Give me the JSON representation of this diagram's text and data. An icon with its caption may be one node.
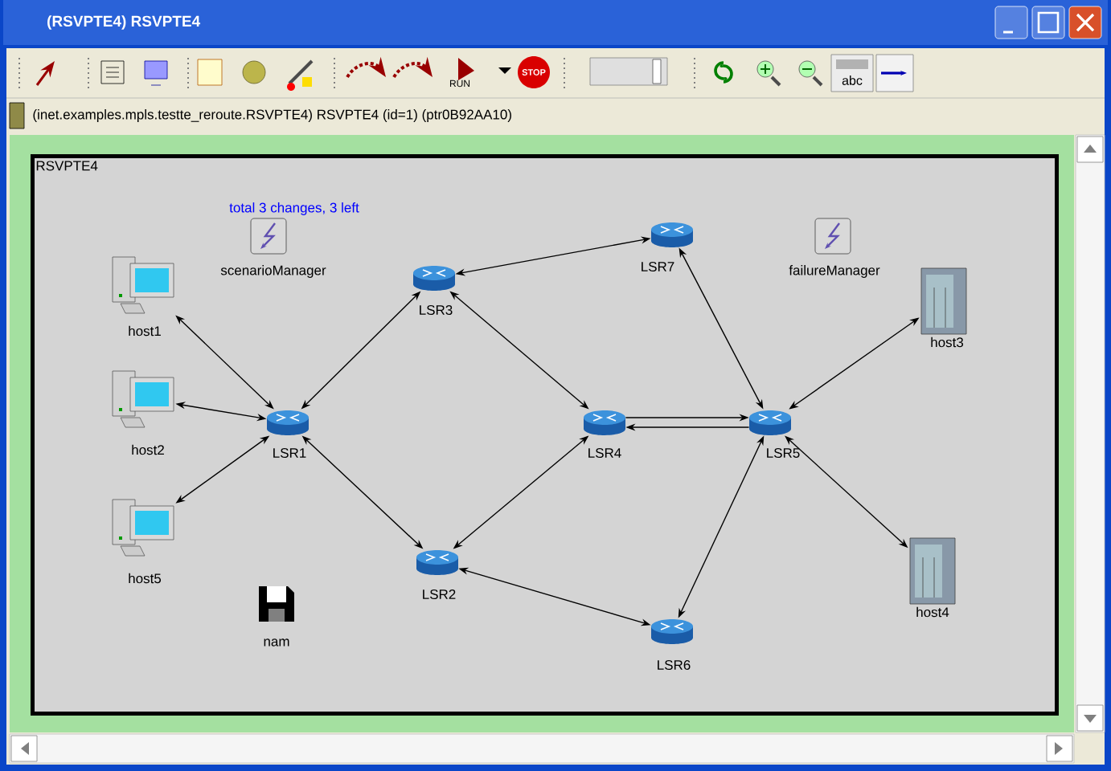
{
  "diagram": {
    "title": "(RSVPTE4) RSVPTE4",
    "nodes": [
      {
        "text": [
          "RSVPTE4"
        ]
      },
      {
        "text": [
          "scenarioManager"
        ],
        "beside": [
          "total 3 changes, 3 left"
        ],
        "in": 0
      },
      {
        "text": [
          "host1"
        ],
        "in": 0
      },
      {
        "text": [
          "host2"
        ],
        "in": 0
      },
      {
        "text": [
          "host5"
        ],
        "in": 0
      },
      {
        "text": [
          "LSR1"
        ],
        "in": 0
      },
      {
        "text": [
          "LSR2"
        ],
        "in": 0
      },
      {
        "text": [
          "LSR3"
        ],
        "in": 0
      },
      {
        "text": [
          "LSR4"
        ],
        "in": 0
      },
      {
        "text": [
          "LSR5"
        ],
        "in": 0
      },
      {
        "text": [
          "LSR6"
        ],
        "in": 0
      },
      {
        "text": [
          "LSR7"
        ],
        "in": 0
      },
      {
        "text": [
          "failureManager"
        ],
        "in": 0
      },
      {
        "text": [
          "host3"
        ],
        "in": 0
      },
      {
        "text": [
          "host4"
        ],
        "in": 0
      },
      {
        "text": [
          "nam"
        ],
        "in": 0
      }
    ],
    "edges": [
      {
        "from": 2,
        "to": 5,
        "arrow": "both"
      },
      {
        "from": 3,
        "to": 5,
        "arrow": "both"
      },
      {
        "from": 4,
        "to": 5,
        "arrow": "both"
      },
      {
        "from": 5,
        "to": 7,
        "arrow": "both"
      },
      {
        "from": 5,
        "to": 6,
        "arrow": "both"
      },
      {
        "from": 7,
        "to": 11,
        "arrow": "both"
      },
      {
        "from": 7,
        "to": 8,
        "arrow": "both"
      },
      {
        "from": 11,
        "to": 9,
        "arrow": "both"
      },
      {
        "from": 9,
        "to": 8,
        "arrow": "to"
      },
      {
        "from": 8,
        "to": 9,
        "arrow": "to"
      },
      {
        "from": 6,
        "to": 8,
        "arrow": "both"
      },
      {
        "from": 6,
        "to": 10,
        "arrow": "both"
      },
      {
        "from": 10,
        "to": 9,
        "arrow": "both"
      },
      {
        "from": 9,
        "to": 13,
        "arrow": "both"
      },
      {
        "from": 9,
        "to": 14,
        "arrow": "both"
      }
    ],
    "labels": [
      "(inet.examples.mpls.testte_reroute.RSVPTE4) RSVPTE4  (id=1)  (ptr0B92AA10)",
      "RUN",
      "STOP",
      "abc"
    ]
  }
}
